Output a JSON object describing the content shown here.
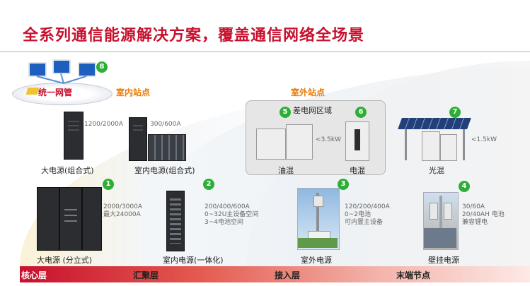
{
  "title": "全系列通信能源解决方案，覆盖通信网络全场景",
  "zones": {
    "indoor": "室内站点",
    "outdoor": "室外站点",
    "poor_grid": "差电网区域"
  },
  "management": {
    "label": "统一网管",
    "badge": "8"
  },
  "products": [
    {
      "id": "1",
      "label": "大电源 (分立式)",
      "spec": [
        "2000/3000A",
        "最大24000A"
      ]
    },
    {
      "id": "2",
      "label": "室内电源(一体化)",
      "spec": [
        "200/400/600A",
        "0~32U主设备空间",
        "3~4电池空间"
      ]
    },
    {
      "id": "3",
      "label": "室外电源",
      "spec": [
        "120/200/400A",
        "0~2电池",
        "可内置主设备"
      ]
    },
    {
      "id": "4",
      "label": "壁挂电源",
      "spec": [
        "30/60A",
        "20/40AH 电池",
        "兼容锂电"
      ]
    },
    {
      "id": "5",
      "label": "油混",
      "spec": [
        "<3.5kW"
      ]
    },
    {
      "id": "6",
      "label": "电混",
      "spec": []
    },
    {
      "id": "7",
      "label": "光混",
      "spec": [
        "<1.5kW"
      ]
    }
  ],
  "small_units": [
    {
      "label": "大电源(组合式)",
      "spec": "1200/2000A"
    },
    {
      "label": "室内电源(组合式)",
      "spec": "300/600A"
    }
  ],
  "layers": [
    "核心层",
    "汇聚层",
    "接入层",
    "末端节点"
  ],
  "colors": {
    "title": "#c8102e",
    "zone_label": "#e87a00",
    "badge": "#2eae36"
  }
}
